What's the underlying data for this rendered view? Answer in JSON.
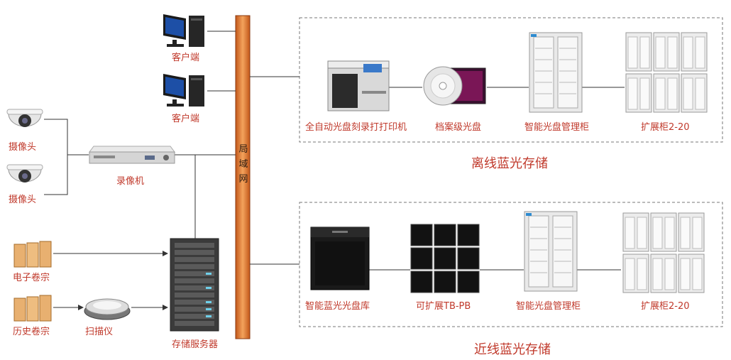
{
  "lan": {
    "chars": [
      "局",
      "域",
      "网"
    ]
  },
  "clients": [
    {
      "label": "客户端"
    },
    {
      "label": "客户端"
    }
  ],
  "cameras": [
    {
      "label": "摄像头"
    },
    {
      "label": "摄像头"
    }
  ],
  "recorder": {
    "label": "录像机"
  },
  "archives": [
    {
      "label": "电子卷宗"
    },
    {
      "label": "历史卷宗"
    }
  ],
  "scanner": {
    "label": "扫描仪"
  },
  "server": {
    "label": "存储服务器"
  },
  "offline": {
    "title": "离线蓝光存储",
    "devices": [
      {
        "label": "全自动光盘刻录打打印机"
      },
      {
        "label": "档案级光盘"
      },
      {
        "label": "智能光盘管理柜"
      },
      {
        "label": "扩展柜2-20"
      }
    ]
  },
  "nearline": {
    "title": "近线蓝光存储",
    "devices": [
      {
        "label": "智能蓝光光盘库"
      },
      {
        "label": "可扩展TB-PB"
      },
      {
        "label": "智能光盘管理柜"
      },
      {
        "label": "扩展柜2-20"
      }
    ]
  }
}
